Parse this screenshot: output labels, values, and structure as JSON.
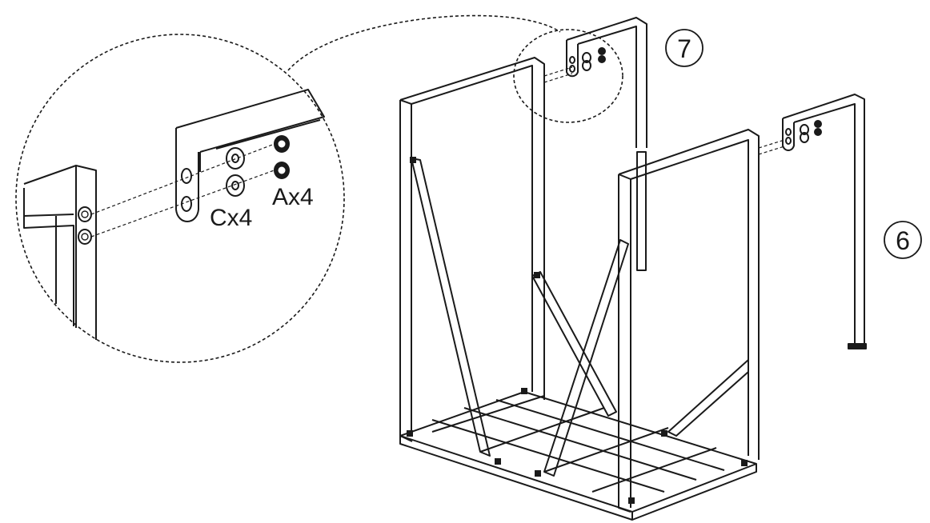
{
  "labels": {
    "washer_count": "Cx4",
    "bolt_count": "Ax4"
  },
  "steps": {
    "top_frame": "7",
    "side_frame": "6"
  },
  "colors": {
    "ink": "#1a1a1a",
    "background": "#ffffff"
  }
}
